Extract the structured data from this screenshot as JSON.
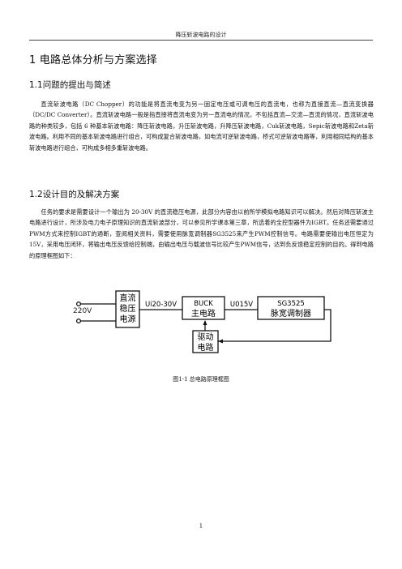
{
  "header": {
    "title": "降压斩波电路的设计"
  },
  "chapter": {
    "heading": "1  电路总体分析与方案选择"
  },
  "section1": {
    "heading": "1.1问题的提出与简述",
    "paragraph": "直流斩波电路（DC Chopper）的功能是将直流电变为另一固定电压或可调电压的直流电，也称为直接直流—直流变换器（DC/DC Converter）。直流斩波电路一般是指直接将直流电变为另一直流电的情况，不包括直流—交流—直流的情况，直流斩波电路的种类较多，包括 6 种基本斩波电路：降压斩波电路，升压斩波电路，升降压斩波电路，Cuk斩波电路，Sepic斩波电路和Zeta斩波电路。利用不同的基本斩波电路进行组合，可构成复合斩波电路，如电流可逆斩波电路，桥式可逆斩波电路等，利用相同结构的基本斩波电路进行组合，可构成多相多重斩波电路。"
  },
  "section2": {
    "heading": "1.2设计目的及解决方案",
    "paragraph": "任务的要求是需要设计一个输出为 20-30V 的直流稳压电源，此部分内容由以前所学模拟电路知识可以解决。然后对降压斩波主电路进行设计，所涉及电力电子原理知识的直流斩波部分，可以参见所学课本第三章，所选着的全控型器件为IGBT。任务还需要通过PWM方式来控制IGBT的通断，查阅相关资料，需要使用脉宽调制器SG3525来产生PWM控制信号。电路需要使输出电压恒定为15V，采用电压闭环，将输出电压反馈给控制端，由输出电压与载波信号比较产生PWM信号，达到负反馈稳定控制的目的。得到电路的原理框图如下："
  },
  "diagram": {
    "input_label": "220V",
    "block_dc_source": [
      "直流",
      "稳压",
      "电源"
    ],
    "link_ui_label": "Ui20-30V",
    "block_buck": [
      "BUCK",
      "主电路"
    ],
    "link_uo_label": "U015V",
    "block_sg3525": [
      "SG3525",
      "脉宽调制器"
    ],
    "block_driver": [
      "驱动",
      "电路"
    ]
  },
  "figure": {
    "caption": "图1-1 总电路原理框图"
  },
  "footer": {
    "page_number": "1"
  }
}
